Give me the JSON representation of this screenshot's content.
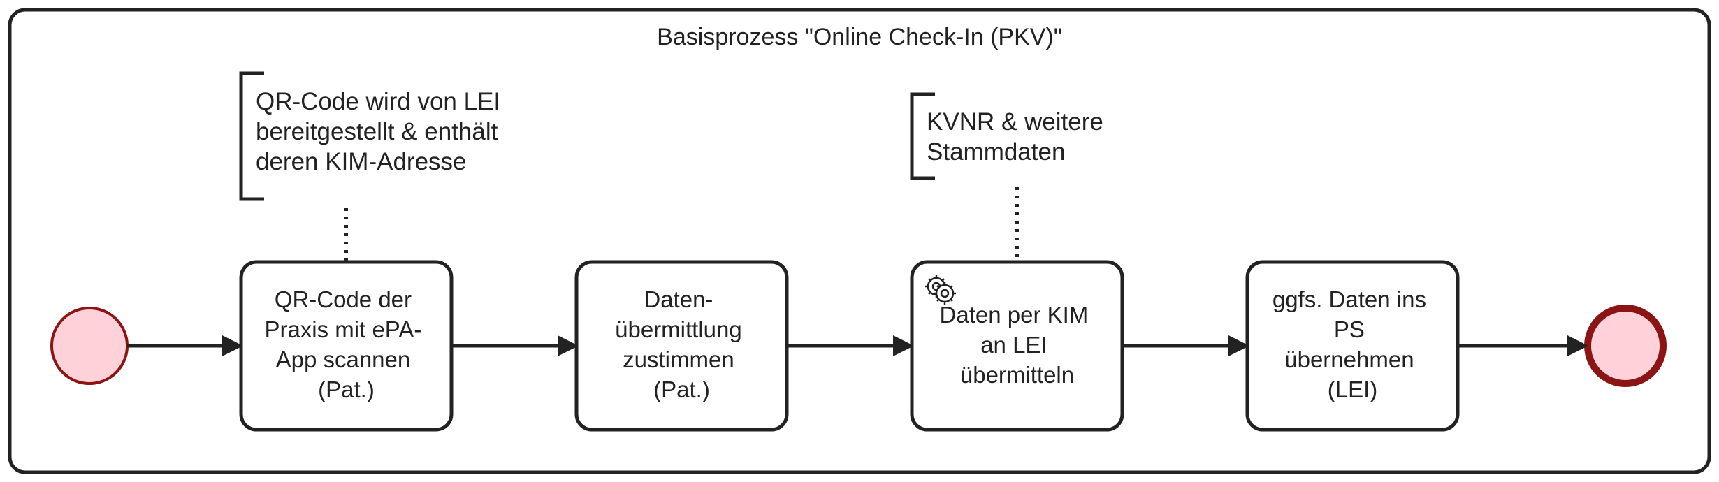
{
  "pool": {
    "title": "Basisprozess \"Online Check-In (PKV)\""
  },
  "colors": {
    "stroke": "#222222",
    "event_fill": "#ffd2da",
    "event_stroke": "#8b1515",
    "background": "#ffffff"
  },
  "start_event": {
    "icon": "circle-start-event"
  },
  "end_event": {
    "icon": "circle-end-event"
  },
  "tasks": [
    {
      "lines": [
        "QR-Code der",
        "Praxis mit ePA-",
        "App scannen",
        "(Pat.)"
      ]
    },
    {
      "lines": [
        "Daten-",
        "übermittlung",
        "zustimmen",
        "(Pat.)"
      ]
    },
    {
      "lines": [
        "Daten per KIM",
        "an LEI",
        "übermitteln"
      ],
      "icon": "gear-icon"
    },
    {
      "lines": [
        "ggfs. Daten ins",
        "PS",
        "übernehmen",
        "(LEI)"
      ]
    }
  ],
  "annotations": [
    {
      "lines": [
        "QR-Code wird von LEI",
        "bereitgestellt & enthält",
        "deren KIM-Adresse"
      ]
    },
    {
      "lines": [
        "KVNR & weitere",
        "Stammdaten"
      ]
    }
  ]
}
